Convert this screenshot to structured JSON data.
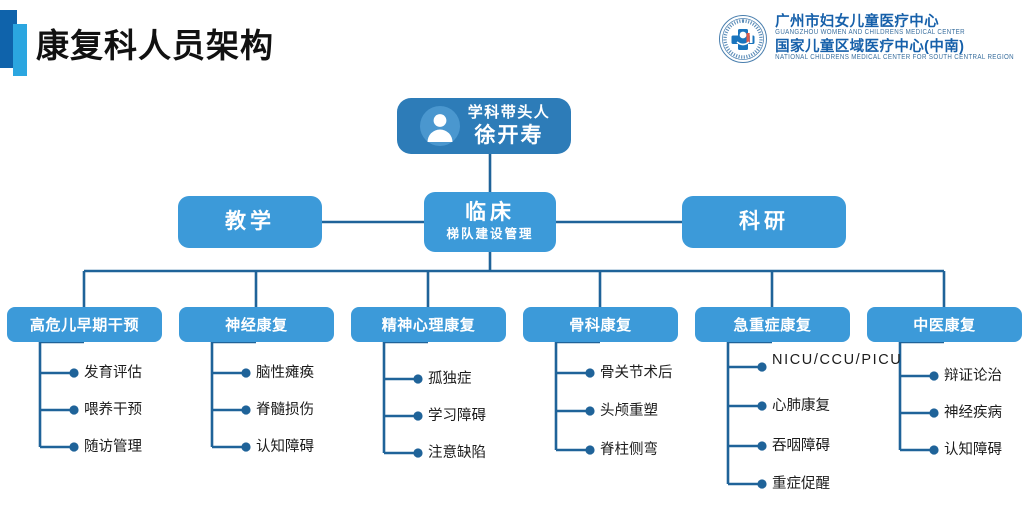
{
  "header": {
    "title": "康复科人员架构",
    "accent_dark_color": "#0f63ab",
    "accent_light_color": "#2ba6e0",
    "logo": {
      "seal_icon": "hospital-seal-icon",
      "line1_cn": "广州市妇女儿童医疗中心",
      "line1_en": "GUANGZHOU WOMEN AND CHILDRENS MEDICAL CENTER",
      "line2_cn": "国家儿童区域医疗中心(中南)",
      "line2_en": "NATIONAL CHILDRENS MEDICAL CENTER FOR SOUTH CENTRAL REGION"
    }
  },
  "chart_data": {
    "type": "diagram",
    "diagram_kind": "organization-tree",
    "title": "康复科人员架构",
    "colors": {
      "node_fill": "#3c9ad9",
      "root_fill": "#2d7cb8",
      "connector": "#1f6399",
      "leaf_text": "#1c1c1c",
      "node_text": "#ffffff"
    },
    "root": {
      "icon": "person-avatar-icon",
      "role": "学科带头人",
      "name": "徐开寿"
    },
    "level2": [
      {
        "label": "教学",
        "sub": ""
      },
      {
        "label": "临床",
        "sub": "梯队建设管理"
      },
      {
        "label": "科研",
        "sub": ""
      }
    ],
    "level3": [
      {
        "label": "高危儿早期干预",
        "children": [
          "发育评估",
          "喂养干预",
          "随访管理"
        ]
      },
      {
        "label": "神经康复",
        "children": [
          "脑性瘫痪",
          "脊髓损伤",
          "认知障碍"
        ]
      },
      {
        "label": "精神心理康复",
        "children": [
          "孤独症",
          "学习障碍",
          "注意缺陷"
        ]
      },
      {
        "label": "骨科康复",
        "children": [
          "骨关节术后",
          "头颅重塑",
          "脊柱侧弯"
        ]
      },
      {
        "label": "急重症康复",
        "children": [
          "NICU/CCU/PICU",
          "心肺康复",
          "吞咽障碍",
          "重症促醒"
        ]
      },
      {
        "label": "中医康复",
        "children": [
          "辩证论治",
          "神经疾病",
          "认知障碍"
        ]
      }
    ]
  }
}
